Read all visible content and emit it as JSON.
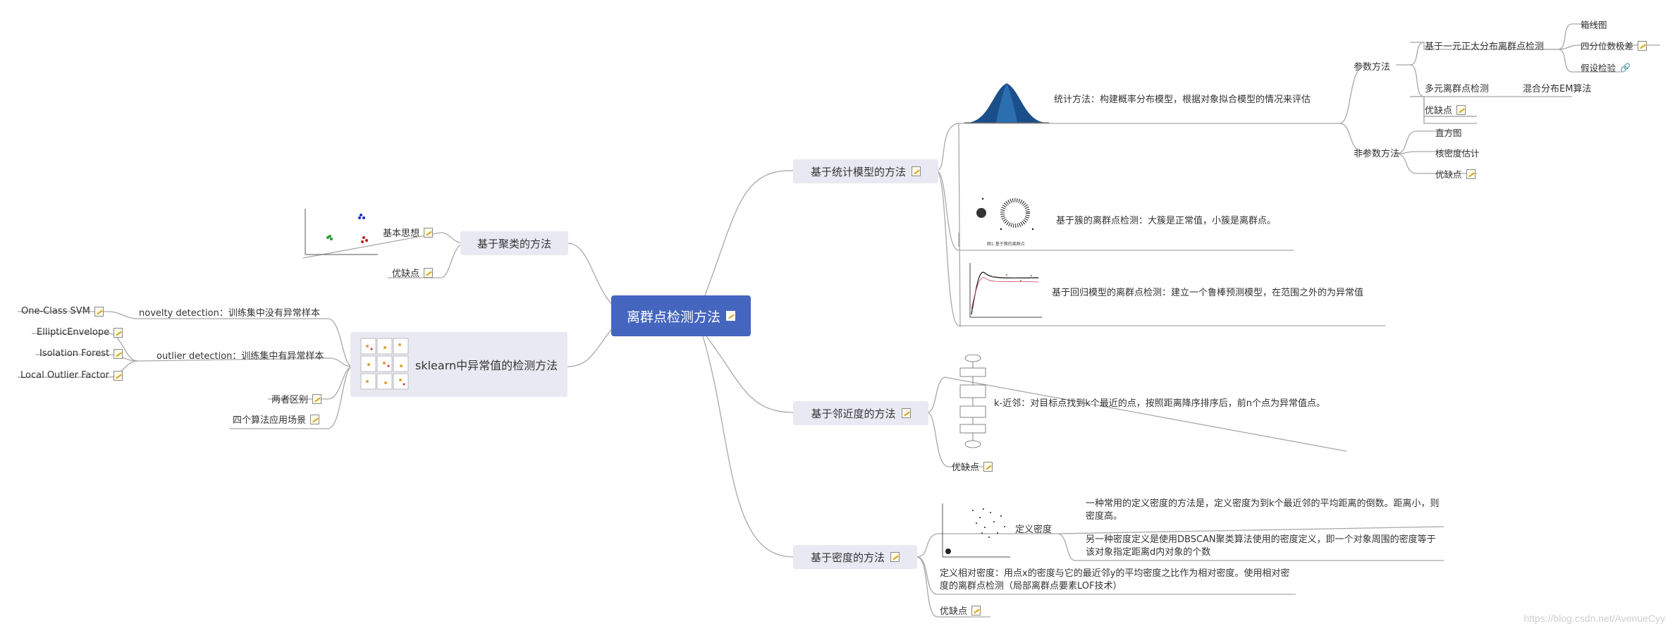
{
  "root": {
    "label": "离群点检测方法"
  },
  "stat": {
    "label": "基于统计模型的方法",
    "concept": "统计方法：构建概率分布模型，根据对象拟合模型的情况来评估",
    "param": {
      "label": "参数方法",
      "uni": {
        "label": "基于一元正太分布离群点检测",
        "items": [
          "箱线图",
          "四分位数极差",
          "假设检验"
        ]
      },
      "multi": {
        "label": "多元离群点检测",
        "em": "混合分布EM算法"
      },
      "pros": "优缺点"
    },
    "nonparam": {
      "label": "非参数方法",
      "items": [
        "直方图",
        "核密度估计",
        "优缺点"
      ]
    },
    "cluster": "基于簇的离群点检测：大簇是正常值，小簇是离群点。",
    "figure_caption": "图1  基于簇的离群点",
    "regression": "基于回归模型的离群点检测：建立一个鲁棒预测模型，在范围之外的为异常值"
  },
  "neighbor": {
    "label": "基于邻近度的方法",
    "knn": "k-近邻：对目标点找到k个最近的点，按照距离降序排序后，前n个点为异常值点。",
    "pros": "优缺点"
  },
  "density": {
    "label": "基于密度的方法",
    "define": "定义密度",
    "def1": "一种常用的定义密度的方法是，定义密度为到k个最近邻的平均距离的倒数。距离小，则密度高。",
    "def2": "另一种密度定义是使用DBSCAN聚类算法使用的密度定义，即一个对象周围的密度等于该对象指定距离d内对象的个数",
    "relative": "定义相对密度：用点x的密度与它的最近邻y的平均密度之比作为相对密度。使用相对密度的离群点检测（局部离群点要素LOF技术）",
    "pros": "优缺点"
  },
  "clustering": {
    "label": "基于聚类的方法",
    "idea": "基本思想",
    "pros": "优缺点"
  },
  "sklearn": {
    "label": "sklearn中异常值的检测方法",
    "novelty": "novelty detection：训练集中没有异常样本",
    "outlier": "outlier detection：训练集中有异常样本",
    "algos": [
      "One-Class SVM",
      "EllipticEnvelope",
      "Isolation Forest",
      "Local Outlier Factor"
    ],
    "diff": "两者区别",
    "scenes": "四个算法应用场景"
  },
  "watermark": "https://blog.csdn.net/AvenueCyy",
  "colors": {
    "root": "#4466bf",
    "branch": "#e9e9f3",
    "line": "#a8a8a8"
  }
}
